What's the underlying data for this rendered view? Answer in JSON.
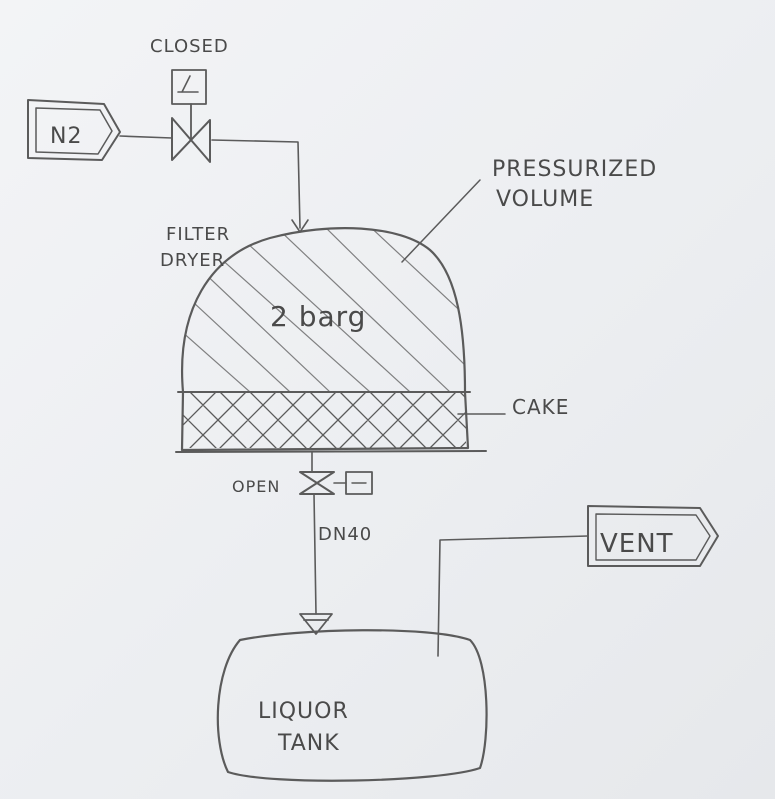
{
  "labels": {
    "closed_valve": "CLOSED",
    "nitrogen": "N2",
    "vessel": [
      "FILTER",
      "DRYER"
    ],
    "pressurized": [
      "PRESSURIZED",
      "VOLUME"
    ],
    "pressure": "2 barg",
    "cake": "CAKE",
    "open_valve": "OPEN",
    "pipe_size": "DN40",
    "vent": "VENT",
    "tank": [
      "LIQUOR",
      "TANK"
    ]
  },
  "colors": {
    "ink": "#5b5b5b",
    "paper": "#eef0f2"
  }
}
